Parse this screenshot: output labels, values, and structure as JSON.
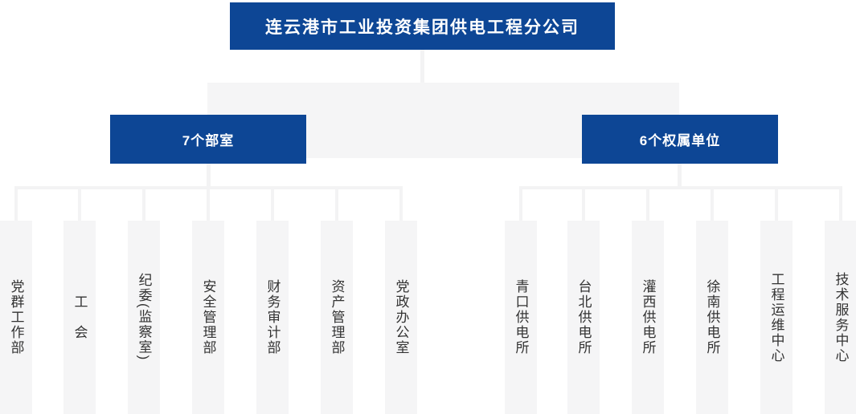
{
  "org_chart": {
    "type": "org-tree",
    "root": "连云港市工业投资集团供电工程分公司",
    "branches": [
      {
        "label": "7个部室",
        "children": [
          "党群工作部",
          "工　会",
          "纪委(监察室)",
          "安全管理部",
          "财务审计部",
          "资产管理部",
          "党政办公室"
        ]
      },
      {
        "label": "6个权属单位",
        "children": [
          "青口供电所",
          "台北供电所",
          "灌西供电所",
          "徐南供电所",
          "工程运维中心",
          "技术服务中心"
        ]
      }
    ]
  },
  "colors": {
    "node_blue": "#0d4695",
    "node_text_white": "#ffffff",
    "leaf_gray": "#f5f5f6",
    "connector_gray": "#f3f3f4",
    "leaf_text": "#333333"
  }
}
